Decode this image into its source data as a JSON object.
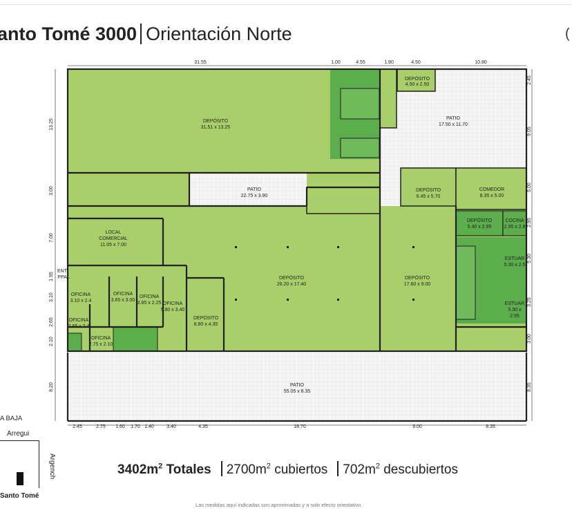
{
  "header": {
    "title_bold": "anto Tomé 3000",
    "title_rest": "Orientación Norte",
    "cut_glyph": "("
  },
  "dimensions": {
    "top": [
      "31.55",
      "1.00",
      "4.55",
      "1.90",
      "4.50",
      "10.80"
    ],
    "bottom": [
      "2.45",
      "2.75",
      "1.60",
      "1.70",
      "1.40",
      "3.40",
      "4.35",
      "18.70",
      "9.00",
      "8.35"
    ],
    "left": [
      "13.25",
      "3.00",
      "7.00",
      "1.95",
      "3.10",
      "2.65",
      "2.10",
      "8.20"
    ],
    "right": [
      "2.45",
      "9.05",
      "5.00",
      "2.95",
      "5.30",
      "3.25",
      "3.00",
      "8.35"
    ]
  },
  "rooms": [
    {
      "name": "DEPÓSITO",
      "size": "31.51 x 13.25"
    },
    {
      "name": "DEPÓSITO",
      "size": "4.50 x 2.50"
    },
    {
      "name": "PATIO",
      "size": "17.50 x 11.70"
    },
    {
      "name": "PATIO",
      "size": "22.75 x 3.90"
    },
    {
      "name": "DEPÓSITO",
      "size": "6.45 x 5.70"
    },
    {
      "name": "COMEDOR",
      "size": "8.35 x 5.00"
    },
    {
      "name": "DEPÓSITO",
      "size": "5.40 x 2.95"
    },
    {
      "name": "COCINA",
      "size": "2.95 x 2.8"
    },
    {
      "name": "LOCAL",
      "name2": "COMERCIAL",
      "size": "11.05 x 7.00"
    },
    {
      "name": "DEPÓSITO",
      "size": "26.20 x 17.40"
    },
    {
      "name": "DEPÓSITO",
      "size": "17.60 x 9.00"
    },
    {
      "name": "ESTUAR",
      "size": "5.30 x 2.5"
    },
    {
      "name": "ESTUAR",
      "size": "5.30 x",
      "size2": "2.95"
    },
    {
      "name": "ENT",
      "name2": "PPAL"
    },
    {
      "name": "OFICINA",
      "size": "3.10 x 2.4"
    },
    {
      "name": "OFICINA",
      "size": "3.65 x 3.00"
    },
    {
      "name": "OFICINA",
      "size": "3.65 x 2.25"
    },
    {
      "name": "OFICINA",
      "size": "5.80 x 3.40"
    },
    {
      "name": "DEPÓSITO",
      "size": "8.80 x 4.35"
    },
    {
      "name": "OFICINA",
      "size": "2.65 x 2.4"
    },
    {
      "name": "OFICINA",
      "size": "2.75 x 2.10"
    },
    {
      "name": "PATIO",
      "size": "55.05 x 8.35"
    }
  ],
  "location": {
    "planta": "A BAJA",
    "arregui": "Arregui",
    "argenchi": "Argench",
    "santo_tome": "Santo Tomé"
  },
  "totals": {
    "total_value": "3402m",
    "total_sup": "2",
    "total_label": " Totales",
    "covered_value": "2700m",
    "covered_sup": "2",
    "covered_label": " cubiertos",
    "uncovered_value": "702m",
    "uncovered_sup": "2",
    "uncovered_label": " descubiertos"
  },
  "disclaimer": "Las medidas aquí indicadas son aproximadas y a solo efecto orientativo",
  "colors": {
    "light_green": "#a9cf6b",
    "dark_green": "#5cae4c",
    "patio": "#f2f2f2",
    "wall": "#1f1f1f"
  }
}
